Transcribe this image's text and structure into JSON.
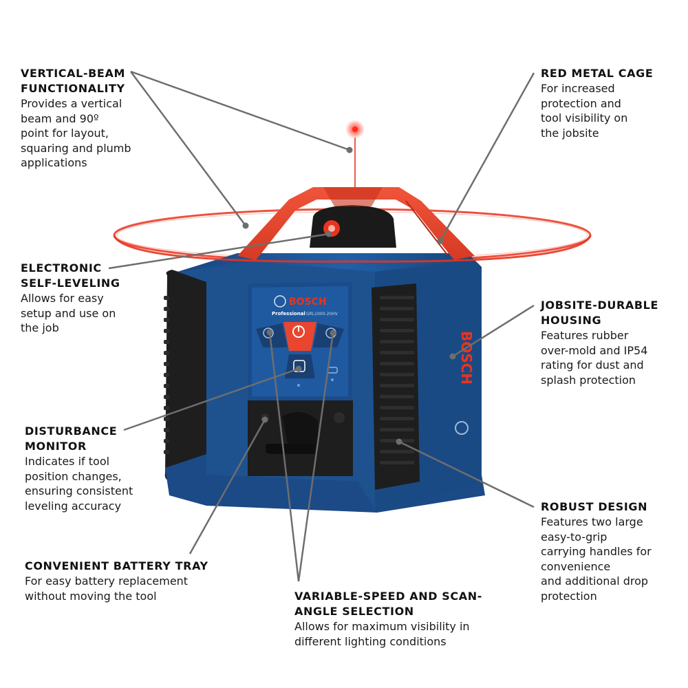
{
  "callouts": {
    "vertical_beam": {
      "title": "VERTICAL-BEAM\nFUNCTIONALITY",
      "desc": "Provides a vertical\nbeam and 90º\npoint for layout,\nsquaring and plumb\napplications"
    },
    "red_cage": {
      "title": "RED METAL CAGE",
      "desc": "For increased\nprotection and\ntool visibility on\nthe jobsite"
    },
    "self_leveling": {
      "title": "ELECTRONIC\nSELF-LEVELING",
      "desc": "Allows for easy\nsetup and use on\nthe job"
    },
    "housing": {
      "title": "JOBSITE-DURABLE\nHOUSING",
      "desc": "Features rubber\nover-mold and IP54\nrating for dust and\nsplash protection"
    },
    "disturbance": {
      "title": "DISTURBANCE\nMONITOR",
      "desc": "Indicates if tool\nposition changes,\nensuring consistent\nleveling accuracy"
    },
    "robust": {
      "title": "ROBUST DESIGN",
      "desc": "Features two large\neasy-to-grip\ncarrying handles for\nconvenience\nand additional drop\nprotection"
    },
    "battery": {
      "title": "CONVENIENT BATTERY TRAY",
      "desc": "For easy battery replacement\nwithout moving the tool"
    },
    "variable_speed": {
      "title": "VARIABLE-SPEED  AND SCAN-\nANGLE SELECTION",
      "desc": "Allows for maximum  visibility in\ndifferent lighting conditions"
    }
  },
  "product": {
    "brand": "BOSCH",
    "series": "Professional",
    "model": "GRL1000-20HV"
  },
  "colors": {
    "tool_blue": "#1d4f8f",
    "tool_blue_dark": "#123a6c",
    "cage_red": "#e8462e",
    "laser_red": "#e8341f",
    "rubber_black": "#1b1b1b",
    "leader_gray": "#6e6e6e"
  }
}
